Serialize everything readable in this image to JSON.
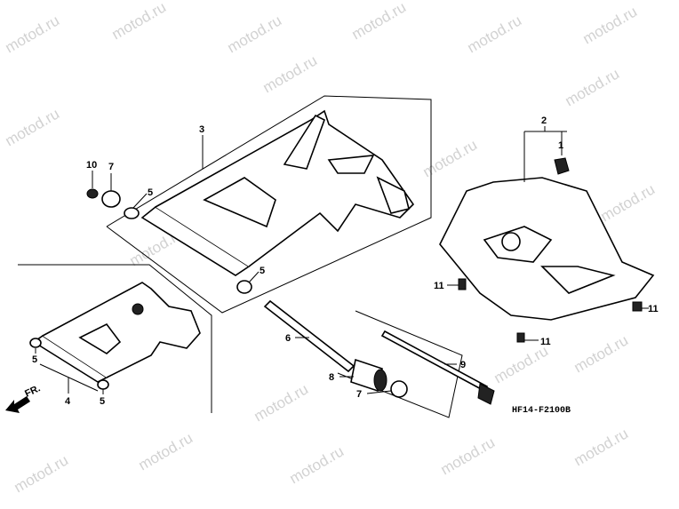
{
  "watermark": "motod.ru",
  "diagram_code": "HF14-F2100B",
  "direction_label": "FR.",
  "callouts": [
    {
      "id": "c10",
      "text": "10"
    },
    {
      "id": "c7a",
      "text": "7"
    },
    {
      "id": "c5a",
      "text": "5"
    },
    {
      "id": "c3",
      "text": "3"
    },
    {
      "id": "c2",
      "text": "2"
    },
    {
      "id": "c1",
      "text": "1"
    },
    {
      "id": "c5b",
      "text": "5"
    },
    {
      "id": "c6",
      "text": "6"
    },
    {
      "id": "c11a",
      "text": "11"
    },
    {
      "id": "c11b",
      "text": "11"
    },
    {
      "id": "c11c",
      "text": "11"
    },
    {
      "id": "c9",
      "text": "9"
    },
    {
      "id": "c8",
      "text": "8"
    },
    {
      "id": "c7b",
      "text": "7"
    },
    {
      "id": "c5c",
      "text": "5"
    },
    {
      "id": "c4",
      "text": "4"
    },
    {
      "id": "c5d",
      "text": "5"
    }
  ]
}
